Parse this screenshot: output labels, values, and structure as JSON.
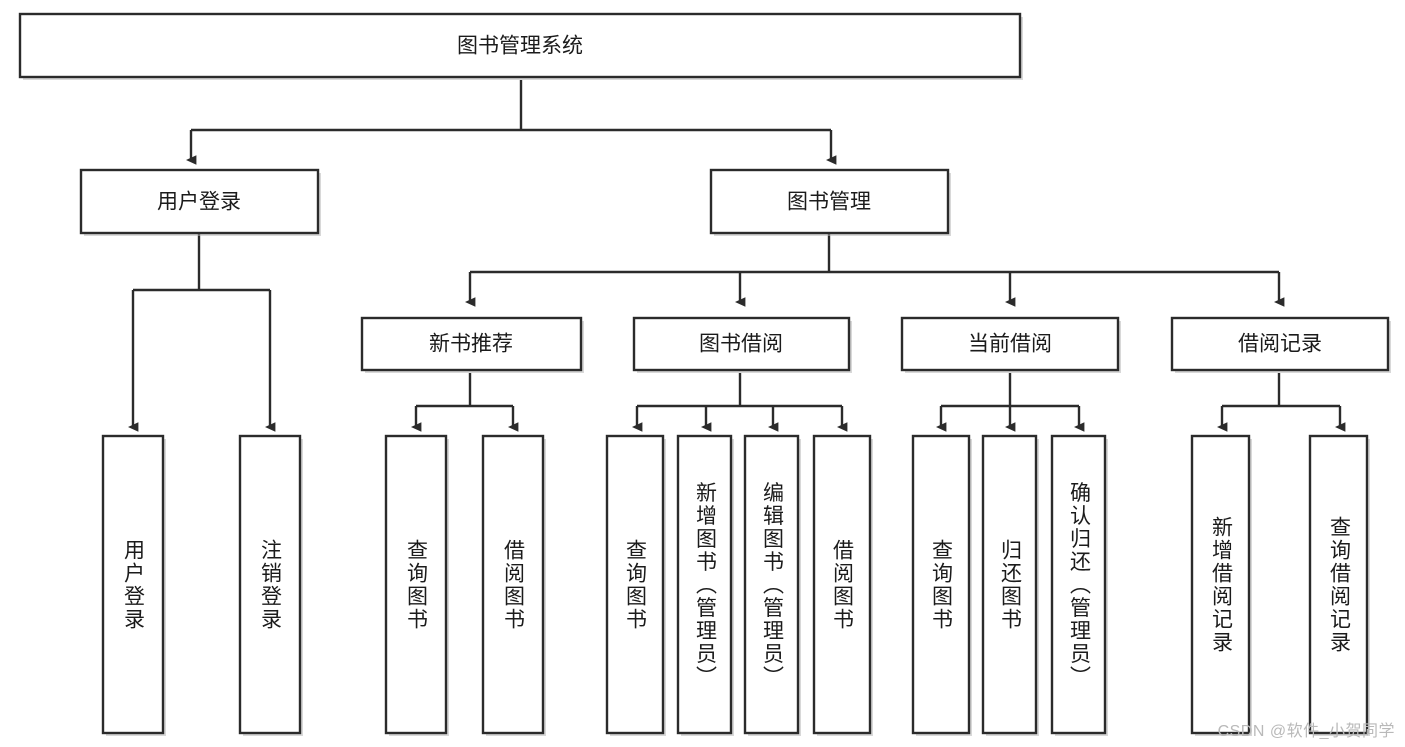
{
  "diagram": {
    "title": "图书管理系统",
    "watermark": "CSDN @软件_小贺同学",
    "colors": {
      "background": "#ffffff",
      "box_fill": "#ffffff",
      "box_stroke": "#2b2b2b",
      "edge": "#2b2b2b",
      "text": "#1b1b1b",
      "watermark": "#b9b9b9",
      "shadow": "#b8b8b8"
    },
    "root": {
      "label": "图书管理系统"
    },
    "level2": [
      {
        "label": "用户登录"
      },
      {
        "label": "图书管理"
      }
    ],
    "level3": [
      {
        "label": "新书推荐"
      },
      {
        "label": "图书借阅"
      },
      {
        "label": "当前借阅"
      },
      {
        "label": "借阅记录"
      }
    ],
    "leaves": {
      "user_login": [
        {
          "label": "用户登录"
        },
        {
          "label": "注销登录"
        }
      ],
      "new_book": [
        {
          "label": "查询图书"
        },
        {
          "label": "借阅图书"
        }
      ],
      "book_borrow": [
        {
          "label": "查询图书"
        },
        {
          "label": "新增图书（管理员）"
        },
        {
          "label": "编辑图书（管理员）"
        },
        {
          "label": "借阅图书"
        }
      ],
      "current_borrow": [
        {
          "label": "查询图书"
        },
        {
          "label": "归还图书"
        },
        {
          "label": "确认归还（管理员）"
        }
      ],
      "borrow_record": [
        {
          "label": "新增借阅记录"
        },
        {
          "label": "查询借阅记录"
        }
      ]
    }
  }
}
